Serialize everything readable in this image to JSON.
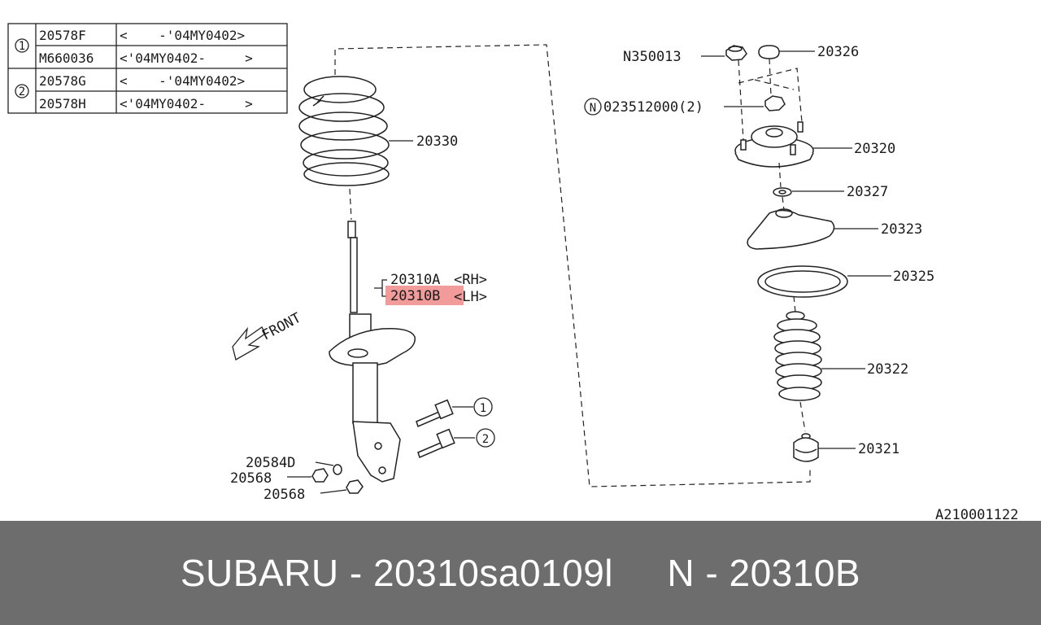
{
  "table": {
    "rows": [
      {
        "group": "1",
        "part": "20578F",
        "range": "<    -'04MY0402>"
      },
      {
        "group": "",
        "part": "M660036",
        "range": "<'04MY0402-     >"
      },
      {
        "group": "2",
        "part": "20578G",
        "range": "<    -'04MY0402>"
      },
      {
        "group": "",
        "part": "20578H",
        "range": "<'04MY0402-     >"
      }
    ]
  },
  "labels": {
    "spring": "20330",
    "strut_rh_part": "20310A",
    "strut_rh_side": "<RH>",
    "strut_lh_part": "20310B",
    "strut_lh_side": "<LH>",
    "front": "FRONT",
    "washer": "20584D",
    "nut_upper": "20568",
    "nut_lower": "20568",
    "bolt1_ref": "1",
    "bolt2_ref": "2",
    "nut_top": "N350013",
    "cap": "20326",
    "nut_mount_marker": "N",
    "nut_mount": "023512000(2)",
    "mount": "20320",
    "spacer": "20327",
    "seat": "20323",
    "rubber_seat": "20325",
    "boot": "20322",
    "bump_stop": "20321",
    "diagram_code": "A210001122"
  },
  "highlight": {
    "target": "20310B",
    "color": "#f08a8a"
  },
  "footer": {
    "text": "SUBARU - 20310sa0109l     N - 20310B"
  },
  "colors": {
    "footer_bg": "#6d6d6d",
    "footer_text": "#ffffff"
  }
}
